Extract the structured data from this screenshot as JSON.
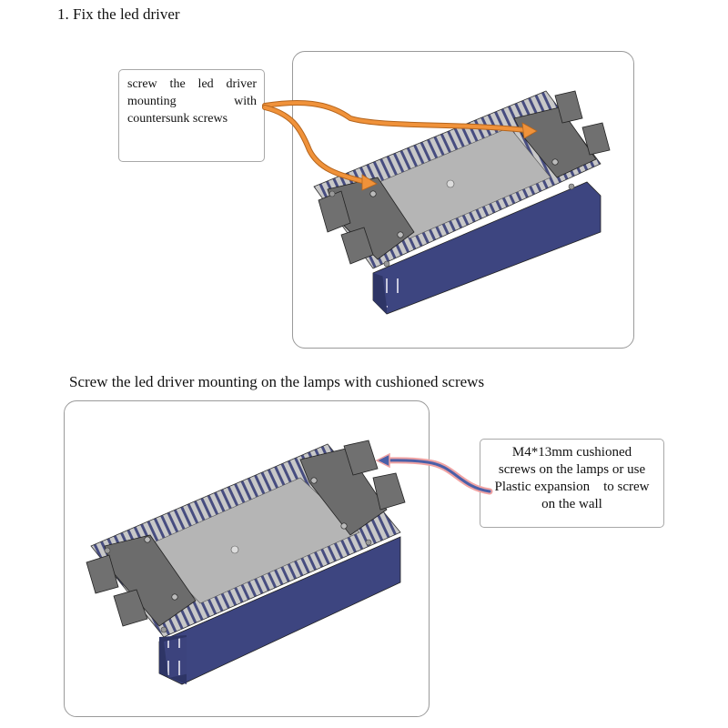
{
  "step1": {
    "heading": "1.  Fix the led driver",
    "callout": {
      "line1": "screw the led driver",
      "line2_a": "mounting",
      "line2_b": "with",
      "line3": "countersunk screws"
    }
  },
  "step2": {
    "heading": "Screw the led driver mounting on the lamps with cushioned screws",
    "callout": {
      "line1": "M4*13mm cushioned",
      "line2": "screws on the lamps or use",
      "line3": "Plastic expansion    to screw",
      "line4": "on the wall"
    }
  },
  "colors": {
    "arrow_orange": "#f0923a",
    "arrow_blue": "#4a5fa8",
    "arrow_pink": "#f0a3a3",
    "driver_top": "#b5b5b5",
    "driver_side": "#3d4580",
    "bracket": "#6c6c6c"
  }
}
